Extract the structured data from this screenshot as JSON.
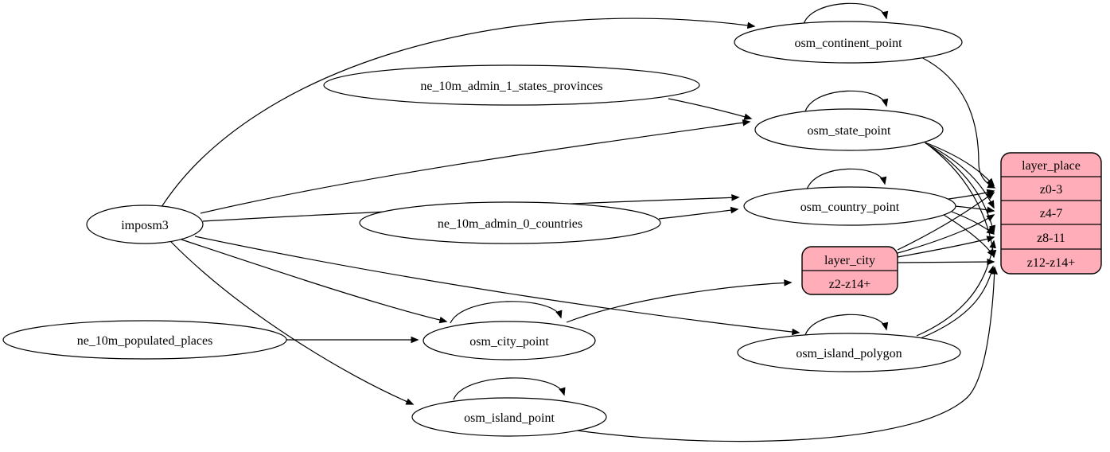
{
  "diagram": {
    "type": "etl-graph",
    "background": "#ffffff",
    "stroke_color": "#000000",
    "record_fill": "#ffaeb9",
    "node_fill": "#ffffff",
    "nodes": {
      "imposm3": "imposm3",
      "ne_10m_admin_1_states_provinces": "ne_10m_admin_1_states_provinces",
      "ne_10m_admin_0_countries": "ne_10m_admin_0_countries",
      "ne_10m_populated_places": "ne_10m_populated_places",
      "osm_continent_point": "osm_continent_point",
      "osm_state_point": "osm_state_point",
      "osm_country_point": "osm_country_point",
      "osm_city_point": "osm_city_point",
      "osm_island_polygon": "osm_island_polygon",
      "osm_island_point": "osm_island_point"
    },
    "records": {
      "layer_city": {
        "title": "layer_city",
        "rows": [
          "z2-z14+"
        ]
      },
      "layer_place": {
        "title": "layer_place",
        "rows": [
          "z0-3",
          "z4-7",
          "z8-11",
          "z12-z14+"
        ]
      }
    },
    "edges": [
      {
        "from": "imposm3",
        "to": "osm_continent_point"
      },
      {
        "from": "imposm3",
        "to": "osm_state_point"
      },
      {
        "from": "imposm3",
        "to": "osm_country_point"
      },
      {
        "from": "imposm3",
        "to": "osm_city_point"
      },
      {
        "from": "imposm3",
        "to": "osm_island_polygon"
      },
      {
        "from": "imposm3",
        "to": "osm_island_point"
      },
      {
        "from": "ne_10m_admin_1_states_provinces",
        "to": "osm_state_point"
      },
      {
        "from": "ne_10m_admin_0_countries",
        "to": "osm_country_point"
      },
      {
        "from": "ne_10m_populated_places",
        "to": "osm_city_point"
      },
      {
        "from": "osm_continent_point",
        "to": "osm_continent_point"
      },
      {
        "from": "osm_state_point",
        "to": "osm_state_point"
      },
      {
        "from": "osm_country_point",
        "to": "osm_country_point"
      },
      {
        "from": "osm_city_point",
        "to": "osm_city_point"
      },
      {
        "from": "osm_island_polygon",
        "to": "osm_island_polygon"
      },
      {
        "from": "osm_island_point",
        "to": "osm_island_point"
      },
      {
        "from": "osm_continent_point",
        "to": "layer_place",
        "to_row": "z0-3"
      },
      {
        "from": "osm_state_point",
        "to": "layer_place",
        "to_row": "z0-3"
      },
      {
        "from": "osm_state_point",
        "to": "layer_place",
        "to_row": "z4-7"
      },
      {
        "from": "osm_state_point",
        "to": "layer_place",
        "to_row": "z8-11"
      },
      {
        "from": "osm_state_point",
        "to": "layer_place",
        "to_row": "z12-z14+"
      },
      {
        "from": "osm_country_point",
        "to": "layer_place",
        "to_row": "z0-3"
      },
      {
        "from": "osm_country_point",
        "to": "layer_place",
        "to_row": "z4-7"
      },
      {
        "from": "osm_country_point",
        "to": "layer_place",
        "to_row": "z8-11"
      },
      {
        "from": "osm_country_point",
        "to": "layer_place",
        "to_row": "z12-z14+"
      },
      {
        "from": "osm_city_point",
        "to": "layer_city",
        "to_row": "z2-z14+"
      },
      {
        "from": "layer_city",
        "to": "layer_place",
        "to_row": "z0-3"
      },
      {
        "from": "layer_city",
        "to": "layer_place",
        "to_row": "z4-7"
      },
      {
        "from": "layer_city",
        "to": "layer_place",
        "to_row": "z8-11"
      },
      {
        "from": "layer_city",
        "to": "layer_place",
        "to_row": "z12-z14+"
      },
      {
        "from": "osm_island_polygon",
        "to": "layer_place",
        "to_row": "z8-11"
      },
      {
        "from": "osm_island_polygon",
        "to": "layer_place",
        "to_row": "z12-z14+"
      },
      {
        "from": "osm_island_point",
        "to": "layer_place",
        "to_row": "z12-z14+"
      }
    ]
  }
}
